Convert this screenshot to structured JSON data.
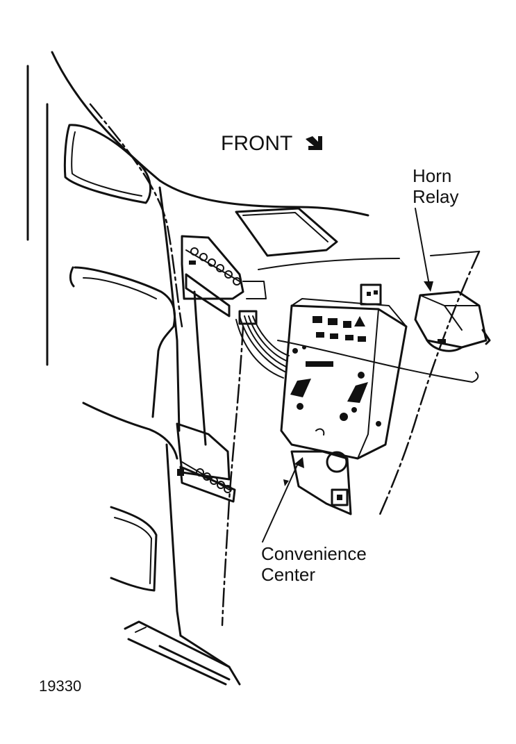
{
  "labels": {
    "front": "FRONT",
    "horn_relay_line1": "Horn",
    "horn_relay_line2": "Relay",
    "convenience_center_line1": "Convenience",
    "convenience_center_line2": "Center",
    "figure_number": "19330"
  },
  "icons": {
    "front_arrow": "arrow-down-right-icon"
  }
}
